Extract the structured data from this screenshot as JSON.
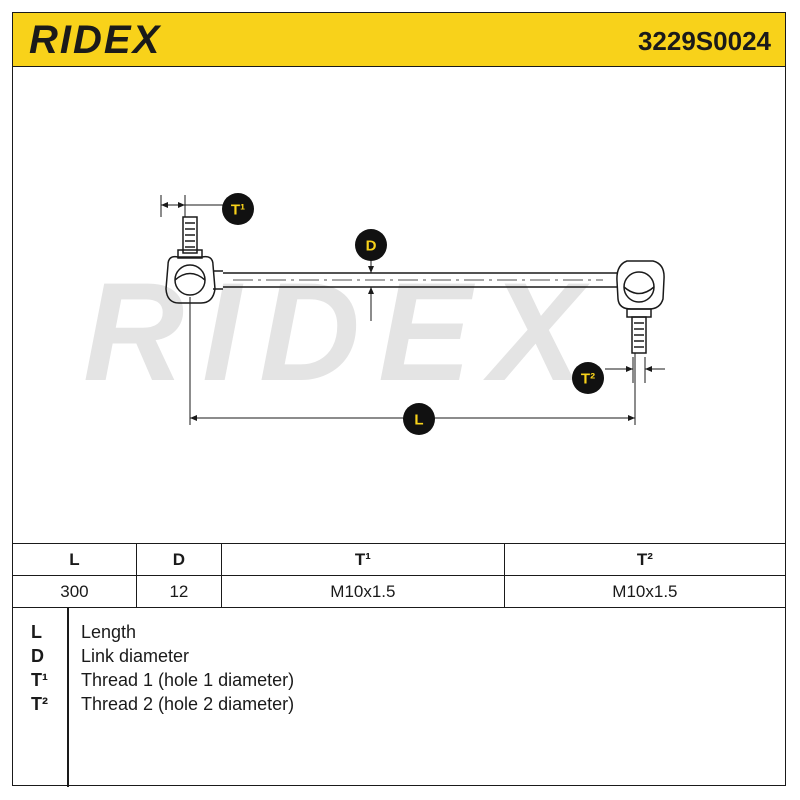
{
  "header": {
    "brand": "RIDEX",
    "part_number": "3229S0024"
  },
  "watermark": "RIDEX",
  "drawing": {
    "labels": {
      "t1": "T¹",
      "d": "D",
      "t2": "T²",
      "l": "L"
    }
  },
  "spec_table": {
    "headers": [
      "L",
      "D",
      "T¹",
      "T²"
    ],
    "values": [
      "300",
      "12",
      "M10x1.5",
      "M10x1.5"
    ]
  },
  "legend": [
    {
      "symbol": "L",
      "description": "Length"
    },
    {
      "symbol": "D",
      "description": "Link diameter"
    },
    {
      "symbol": "T¹",
      "description": "Thread 1 (hole 1 diameter)"
    },
    {
      "symbol": "T²",
      "description": "Thread 2 (hole 2 diameter)"
    }
  ],
  "colors": {
    "brand_yellow": "#f8d21a",
    "line": "#1a1a1a",
    "badge": "#111111",
    "watermark": "#e4e4e4"
  }
}
